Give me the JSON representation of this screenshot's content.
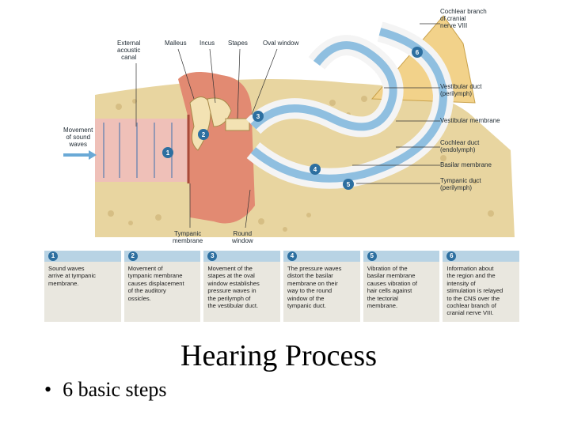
{
  "diagram": {
    "labels": {
      "external_acoustic_canal": "External\nacoustic\ncanal",
      "malleus": "Malleus",
      "incus": "Incus",
      "stapes": "Stapes",
      "oval_window": "Oval window",
      "cochlear_branch": "Cochlear branch\nof cranial\nnerve VIII",
      "vestibular_duct": "Vestibular duct\n(perilymph)",
      "vestibular_membrane": "Vestibular membrane",
      "cochlear_duct": "Cochlear duct\n(endolymph)",
      "basilar_membrane": "Basilar membrane",
      "tympanic_duct": "Tympanic duct\n(perilymph)",
      "movement_of_sound_waves": "Movement\nof sound\nwaves",
      "tympanic_membrane": "Tympanic\nmembrane",
      "round_window": "Round\nwindow"
    },
    "markers": [
      "1",
      "2",
      "3",
      "4",
      "5",
      "6"
    ]
  },
  "steps": [
    {
      "num": "1",
      "text": "Sound waves\narrive at tympanic\nmembrane."
    },
    {
      "num": "2",
      "text": "Movement of\ntympanic membrane\ncauses displacement\nof the auditory\nossicles."
    },
    {
      "num": "3",
      "text": "Movement of the\nstapes at the oval\nwindow establishes\npressure waves in\nthe perilymph of\nthe vestibular duct."
    },
    {
      "num": "4",
      "text": "The pressure waves\ndistort the basilar\nmembrane on their\nway to the round\nwindow of the\ntympanic duct."
    },
    {
      "num": "5",
      "text": "Vibration of the\nbasilar membrane\ncauses vibration of\nhair cells against\nthe tectorial\nmembrane."
    },
    {
      "num": "6",
      "text": "Information about\nthe region and the\nintensity of\nstimulation is relayed\nto the CNS over the\ncochlear branch of\ncranial nerve VIII."
    }
  ],
  "slide": {
    "title": "Hearing Process",
    "bullet": "6 basic steps"
  },
  "colors": {
    "bone": "#e8d5a0",
    "canal": "#efc0b8",
    "middle_ear": "#e28a72",
    "duct_blue": "#8fbfe0",
    "marker": "#2d6fa0"
  }
}
